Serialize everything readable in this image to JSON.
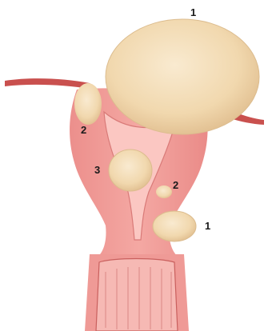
{
  "labels": {
    "fundal_fibroid": "1",
    "left_intramural": "2",
    "submucosal": "3",
    "right_intramural": "2",
    "cervical": "1"
  },
  "colors": {
    "tissue": "#ef9a96",
    "tissue_dark": "#d97a78",
    "cavity": "#fbc7c2",
    "vessel": "#c9504e",
    "fibroid": "#f3dcb4",
    "fibroid_shade": "#e6c79a",
    "background": "#ffffff"
  }
}
